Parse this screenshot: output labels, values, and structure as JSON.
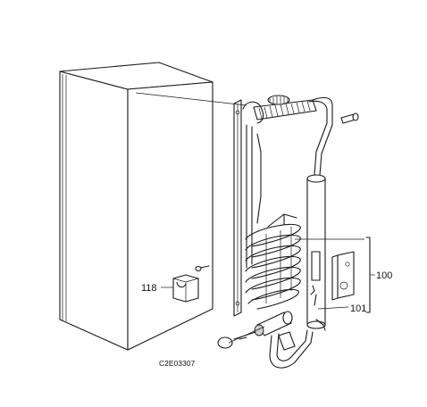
{
  "callouts": {
    "label_100": "100",
    "label_101": "101",
    "label_118": "118"
  },
  "drawing_code": "C2E03307"
}
